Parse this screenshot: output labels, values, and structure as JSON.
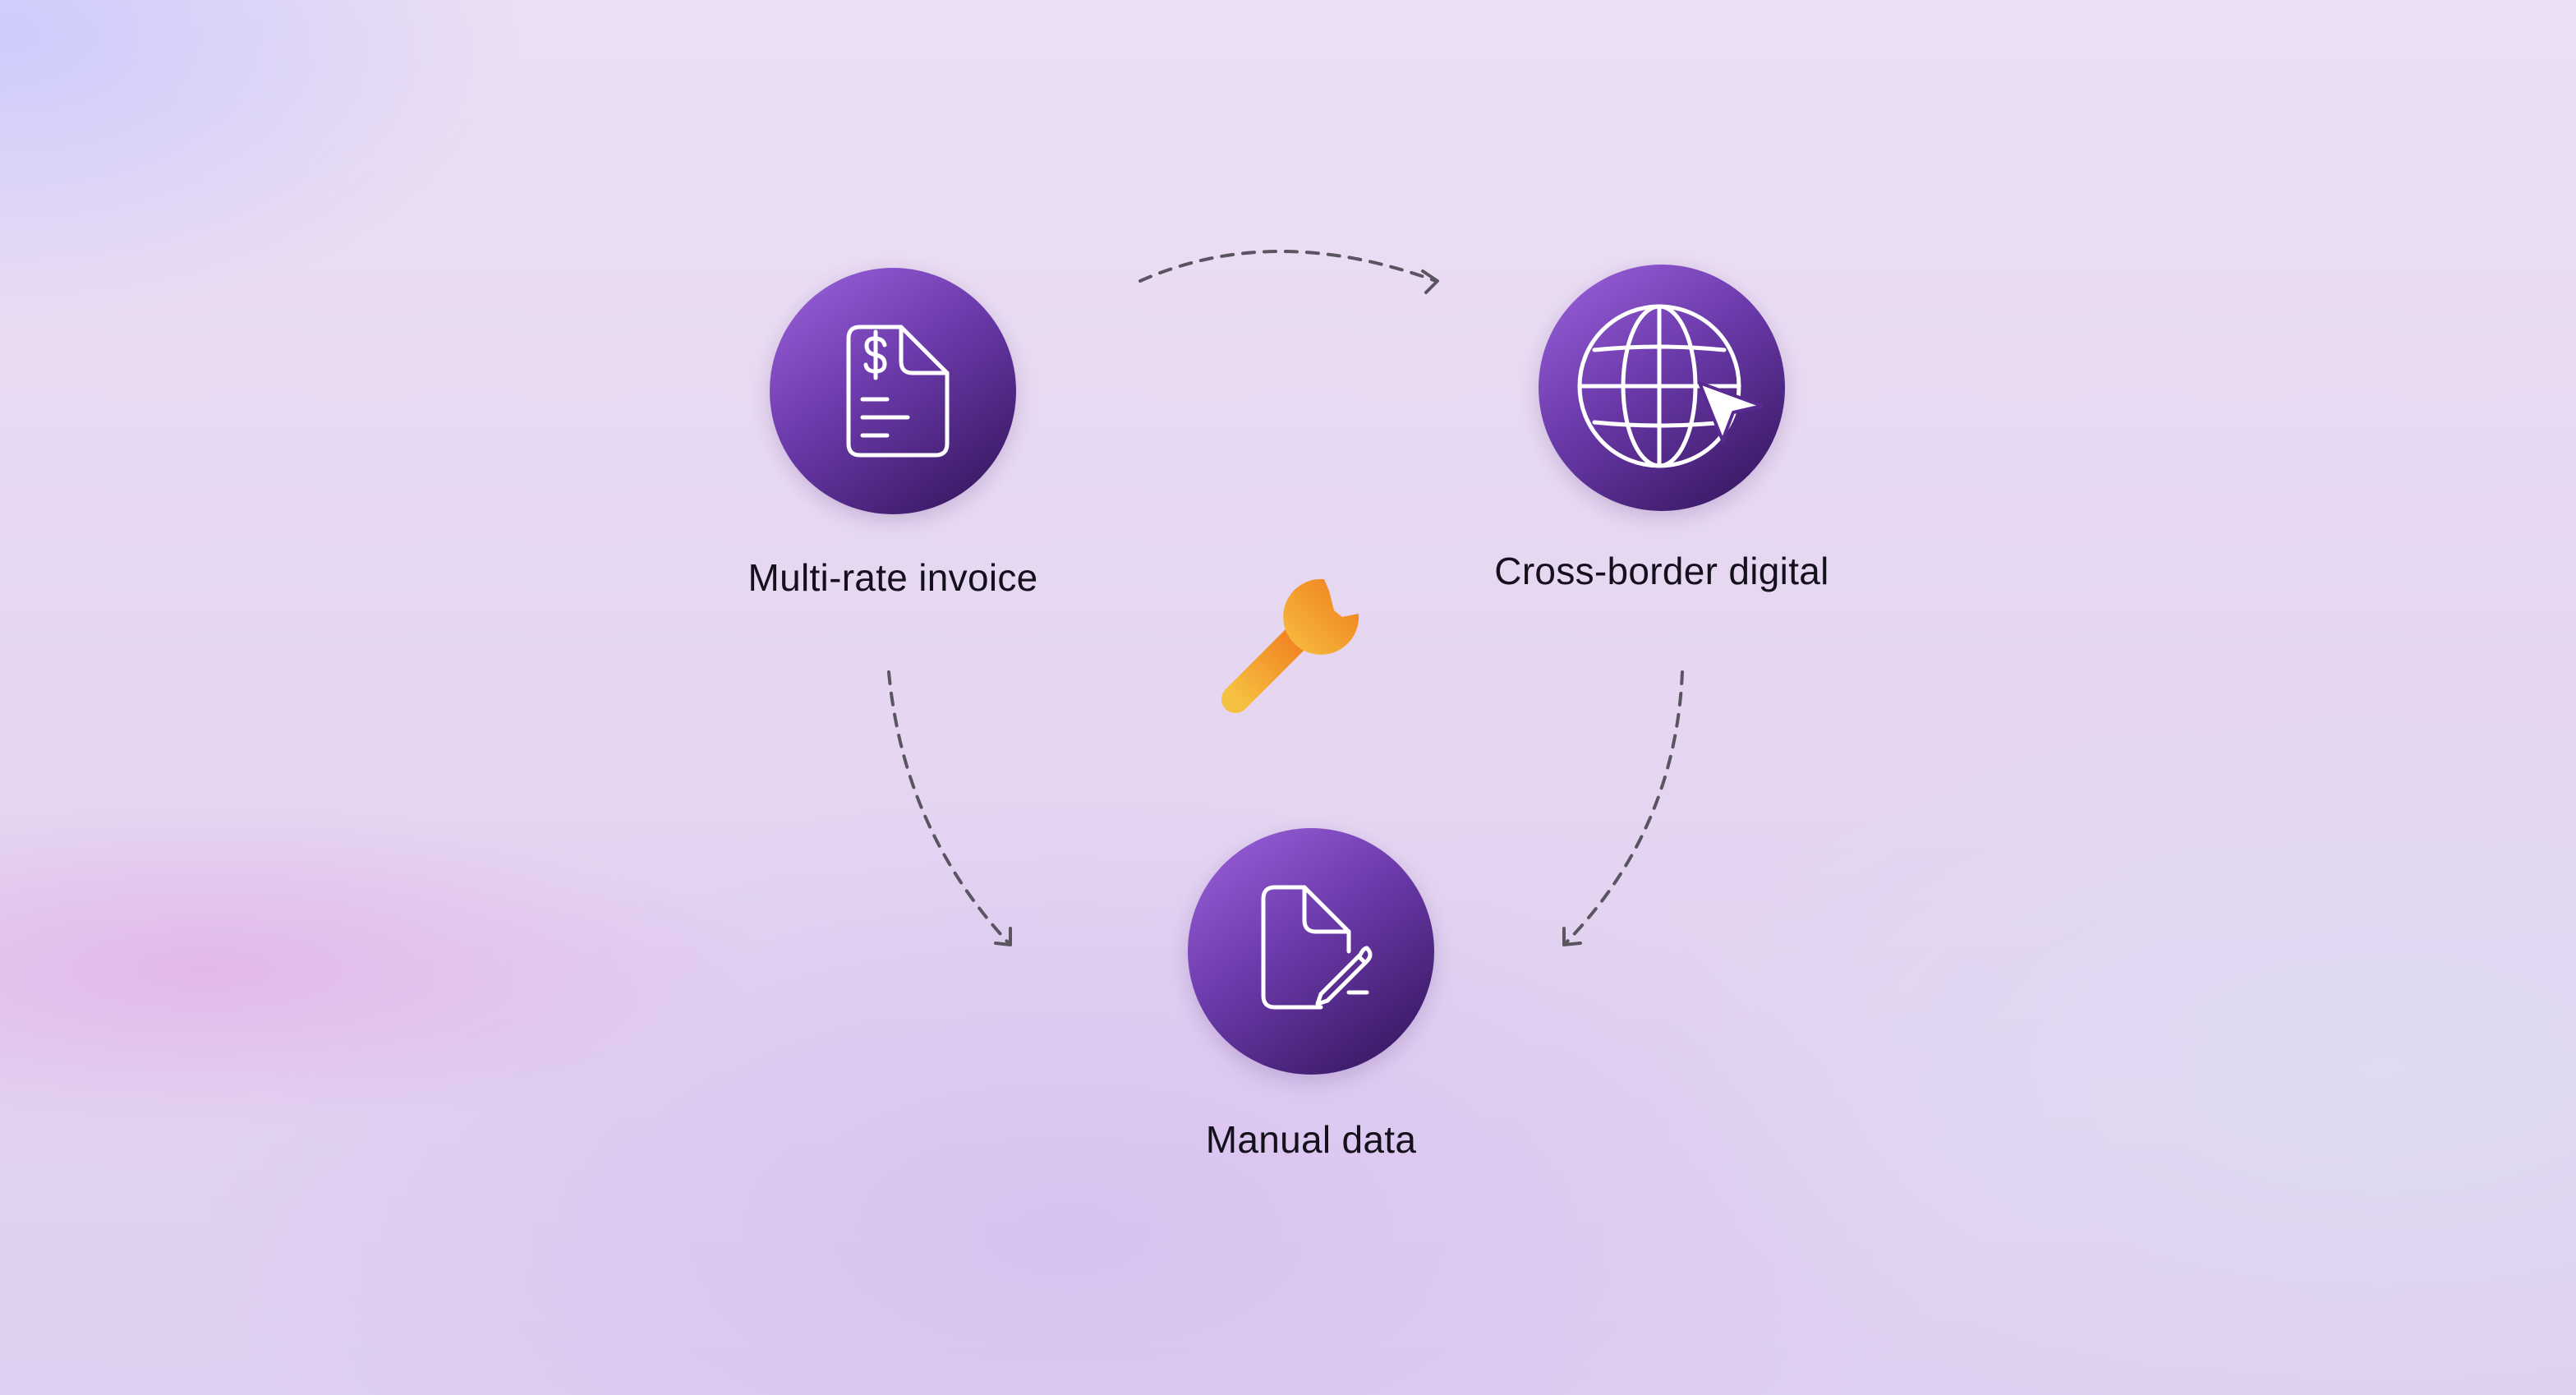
{
  "diagram": {
    "nodes": [
      {
        "id": "multi-rate-invoice",
        "label": "Multi-rate invoice",
        "icon": "invoice-dollar-icon"
      },
      {
        "id": "cross-border-digital",
        "label": "Cross-border digital",
        "icon": "globe-cursor-icon"
      },
      {
        "id": "manual-data",
        "label": "Manual data",
        "icon": "document-edit-icon"
      }
    ],
    "center_icon": "wrench-icon",
    "connections": [
      {
        "from": "multi-rate-invoice",
        "to": "cross-border-digital",
        "style": "dashed-arrow"
      },
      {
        "from": "multi-rate-invoice",
        "to": "manual-data",
        "style": "dashed-arrow"
      },
      {
        "from": "cross-border-digital",
        "to": "manual-data",
        "style": "dashed-arrow"
      }
    ],
    "colors": {
      "node_gradient_light": "#9d63de",
      "node_gradient_dark": "#2f1256",
      "wrench_light": "#f6c141",
      "wrench_dark": "#f07a1c",
      "connector": "#5a5560",
      "label": "#15111c"
    }
  }
}
